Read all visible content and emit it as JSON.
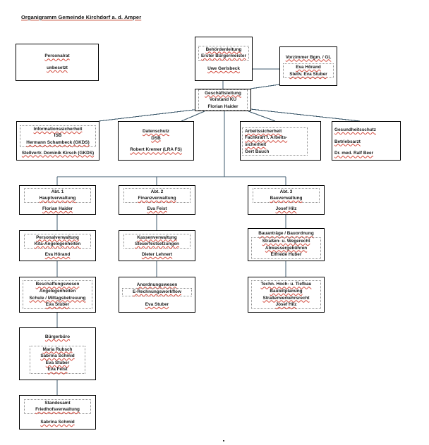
{
  "document": {
    "title": "Organigramm Gemeinde Kirchdorf a. d. Amper",
    "colors": {
      "box_border": "#000000",
      "connector": "#3d5a6c",
      "text": "#1a1a1a",
      "spellcheck_underline": "#d24a3d",
      "background": "#ffffff"
    }
  },
  "chart_data": {
    "type": "diagram",
    "subtype": "organizational-chart",
    "title": "Organigramm Gemeinde Kirchdorf a. d. Amper",
    "nodes": [
      {
        "id": "personalrat",
        "lines": [
          "Personalrat",
          "unbesetzt"
        ],
        "level": 0
      },
      {
        "id": "behoerdenleitung",
        "lines": [
          "Behördenleitung",
          "Erster Bürgermeister",
          "Uwe Gerlsbeck"
        ],
        "level": 0
      },
      {
        "id": "vorzimmer",
        "lines": [
          "Vorzimmer Bgm. / GL",
          "Eva Hörand",
          "Stellv. Eva Stuber"
        ],
        "level": 0
      },
      {
        "id": "geschaeftsleitung",
        "lines": [
          "Geschäftsleitung",
          "Vorstand KU",
          "Florian Haider"
        ],
        "level": 1
      },
      {
        "id": "informationssicherheit",
        "lines": [
          "Informationssicherheit",
          "ISB",
          "Hermann Schambeck (GKDS)",
          "Stellvertr. Dominik Kirsch (GKDS)"
        ],
        "level": 2
      },
      {
        "id": "datenschutz",
        "lines": [
          "Datenschutz",
          "DSB",
          "Robert Kremer (LRA FS)"
        ],
        "level": 2
      },
      {
        "id": "arbeitssicherheit",
        "lines": [
          "Arbeitssicherheit",
          "Fachkraft f. Arbeits-",
          "sicherheit",
          "Gert Bauch"
        ],
        "level": 2
      },
      {
        "id": "gesundheitsschutz",
        "lines": [
          "Gesundheitsschutz",
          "Betriebsarzt",
          "Dr. med. Ralf Beer"
        ],
        "level": 2
      },
      {
        "id": "abt1",
        "lines": [
          "Abt. 1",
          "Hauptverwaltung",
          "Florian Haider"
        ],
        "level": 3
      },
      {
        "id": "abt2",
        "lines": [
          "Abt. 2",
          "Finanzverwaltung",
          "Eva Feist"
        ],
        "level": 3
      },
      {
        "id": "abt3",
        "lines": [
          "Abt. 3",
          "Bauverwaltung",
          "Josef Hilz"
        ],
        "level": 3
      },
      {
        "id": "personalverwaltung",
        "lines": [
          "Personalverwaltung",
          "Kita-Angelegenheiten",
          "Eva Hörand"
        ],
        "level": 4
      },
      {
        "id": "kassenverwaltung",
        "lines": [
          "Kassenverwaltung",
          "Steuerfestsetzungen",
          "Dieter Lehnert"
        ],
        "level": 4
      },
      {
        "id": "bauantraege",
        "lines": [
          "Bauanträge / Bauordnung",
          "Straßen- u. Wegerecht",
          "Abwassergebühren",
          "Elfriede Huber"
        ],
        "level": 4
      },
      {
        "id": "beschaffungswesen",
        "lines": [
          "Beschaffungswesen",
          "Angelegenheiten",
          "Schule / Mittagsbetreuung",
          "Eva Stuber"
        ],
        "level": 5
      },
      {
        "id": "anordnungswesen",
        "lines": [
          "Anordnungswesen",
          "E-Rechnungsworkflow",
          "Eva Stuber"
        ],
        "level": 5
      },
      {
        "id": "technbau",
        "lines": [
          "Techn. Hoch- u. Tiefbau",
          "Bauleitplanung",
          "Straßenverkehrsrecht",
          "Josef Hilz"
        ],
        "level": 5
      },
      {
        "id": "buergerbuero",
        "lines": [
          "Bürgerbüro",
          "Maria Rubsch",
          "Sabrina Schmid",
          "Eva Stuber",
          "Eva Feist"
        ],
        "level": 6
      },
      {
        "id": "standesamt",
        "lines": [
          "Standesamt",
          "Friedhofsverwaltung",
          "Sabrina Schmid"
        ],
        "level": 7
      }
    ],
    "edges": [
      {
        "from": "behoerdenleitung",
        "to": "vorzimmer"
      },
      {
        "from": "behoerdenleitung",
        "to": "geschaeftsleitung"
      },
      {
        "from": "geschaeftsleitung",
        "to": "vorzimmer"
      },
      {
        "from": "geschaeftsleitung",
        "to": "informationssicherheit"
      },
      {
        "from": "geschaeftsleitung",
        "to": "datenschutz"
      },
      {
        "from": "geschaeftsleitung",
        "to": "arbeitssicherheit"
      },
      {
        "from": "geschaeftsleitung",
        "to": "gesundheitsschutz"
      },
      {
        "from": "geschaeftsleitung",
        "to": "abt1"
      },
      {
        "from": "geschaeftsleitung",
        "to": "abt2"
      },
      {
        "from": "geschaeftsleitung",
        "to": "abt3"
      },
      {
        "from": "abt1",
        "to": "personalverwaltung"
      },
      {
        "from": "abt2",
        "to": "kassenverwaltung"
      },
      {
        "from": "abt3",
        "to": "bauantraege"
      },
      {
        "from": "personalverwaltung",
        "to": "beschaffungswesen"
      },
      {
        "from": "kassenverwaltung",
        "to": "anordnungswesen"
      },
      {
        "from": "bauantraege",
        "to": "technbau"
      },
      {
        "from": "beschaffungswesen",
        "to": "buergerbuero"
      },
      {
        "from": "buergerbuero",
        "to": "standesamt"
      }
    ]
  },
  "nodes": {
    "personalrat": {
      "l0": "Personalrat",
      "l1": "unbesetzt"
    },
    "behoerdenleitung": {
      "l0": "Behördenleitung",
      "l1": "Erster Bürgermeister",
      "l2": "Uwe Gerlsbeck"
    },
    "vorzimmer": {
      "l0": "Vorzimmer Bgm. / GL",
      "l1": "Eva Hörand",
      "l2": "Stellv. Eva Stuber"
    },
    "geschaeftsleitung": {
      "l0": "Geschäftsleitung",
      "l1": "Vorstand KU",
      "l2": "Florian Haider"
    },
    "informationssicherheit": {
      "l0": "Informationssicherheit",
      "l1": "ISB",
      "l2": "Hermann Schambeck (GKDS)",
      "l3": "Stellvertr. Dominik Kirsch (GKDS)"
    },
    "datenschutz": {
      "l0": "Datenschutz",
      "l1": "DSB",
      "l2": "Robert Kremer (LRA FS)"
    },
    "arbeitssicherheit": {
      "l0": "Arbeitssicherheit",
      "l1": "Fachkraft f. Arbeits-",
      "l2": "sicherheit",
      "l3": "Gert Bauch"
    },
    "gesundheitsschutz": {
      "l0": "Gesundheitsschutz",
      "l1": "Betriebsarzt",
      "l2": "Dr. med. Ralf Beer"
    },
    "abt1": {
      "l0": "Abt. 1",
      "l1": "Hauptverwaltung",
      "l2": "Florian Haider"
    },
    "abt2": {
      "l0": "Abt. 2",
      "l1": "Finanzverwaltung",
      "l2": "Eva Feist"
    },
    "abt3": {
      "l0": "Abt. 3",
      "l1": "Bauverwaltung",
      "l2": "Josef Hilz"
    },
    "personalverwaltung": {
      "l0": "Personalverwaltung",
      "l1": "Kita-Angelegenheiten",
      "l2": "Eva Hörand"
    },
    "kassenverwaltung": {
      "l0": "Kassenverwaltung",
      "l1": "Steuerfestsetzungen",
      "l2": "Dieter Lehnert"
    },
    "bauantraege": {
      "l0": "Bauanträge / Bauordnung",
      "l1": "Straßen- u. Wegerecht",
      "l2": "Abwassergebühren",
      "l3": "Elfriede Huber"
    },
    "beschaffungswesen": {
      "l0": "Beschaffungswesen",
      "l1": "Angelegenheiten",
      "l2": "Schule / Mittagsbetreuung",
      "l3": "Eva Stuber"
    },
    "anordnungswesen": {
      "l0": "Anordnungswesen",
      "l1": "E-Rechnungsworkflow",
      "l2": "Eva Stuber"
    },
    "technbau": {
      "l0": "Techn. Hoch- u. Tiefbau",
      "l1": "Bauleitplanung",
      "l2": "Straßenverkehrsrecht",
      "l3": "Josef Hilz"
    },
    "buergerbuero": {
      "l0": "Bürgerbüro",
      "l1": "Maria Rubsch",
      "l2": "Sabrina Schmid",
      "l3": "Eva Stuber",
      "l4": "Eva Feist"
    },
    "standesamt": {
      "l0": "Standesamt",
      "l1": "Friedhofsverwaltung",
      "l2": "Sabrina Schmid"
    }
  }
}
